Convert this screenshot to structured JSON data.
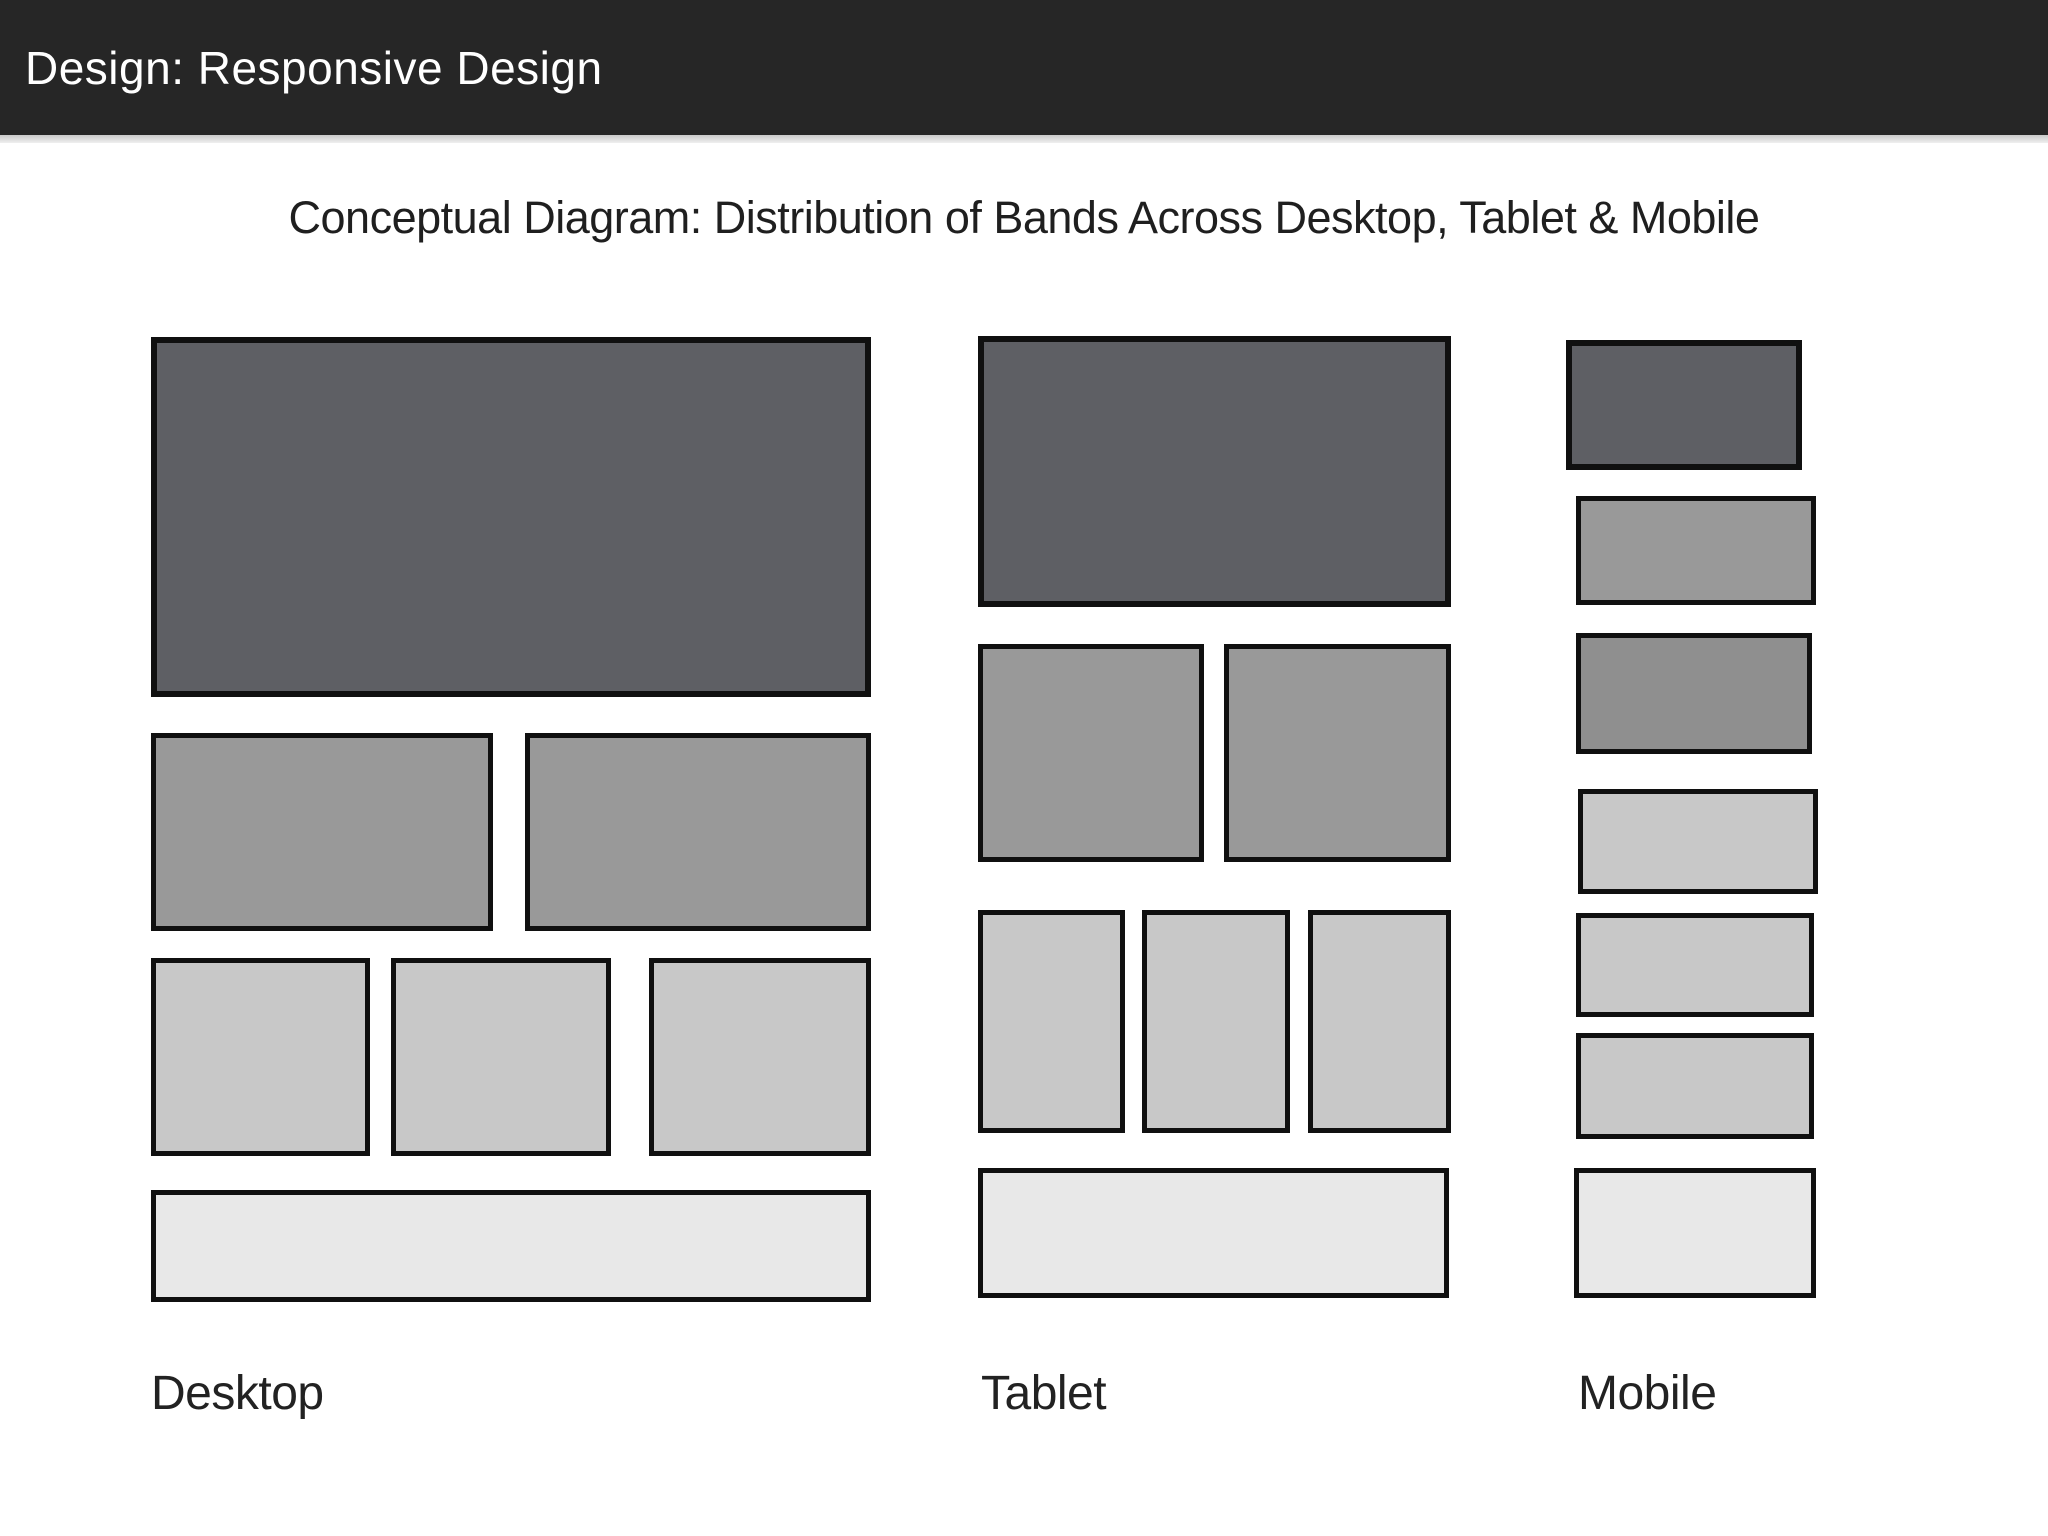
{
  "window": {
    "title": "Design: Responsive Design"
  },
  "diagram": {
    "title": "Conceptual Diagram: Distribution of Bands Across Desktop, Tablet & Mobile",
    "columns": [
      {
        "id": "desktop",
        "label": "Desktop",
        "bands": [
          {
            "row": 1,
            "tone": "dark",
            "count": 1
          },
          {
            "row": 2,
            "tone": "medium",
            "count": 2
          },
          {
            "row": 3,
            "tone": "light",
            "count": 3
          },
          {
            "row": 4,
            "tone": "lighter",
            "count": 1
          }
        ]
      },
      {
        "id": "tablet",
        "label": "Tablet",
        "bands": [
          {
            "row": 1,
            "tone": "dark",
            "count": 1
          },
          {
            "row": 2,
            "tone": "medium",
            "count": 2
          },
          {
            "row": 3,
            "tone": "light",
            "count": 3
          },
          {
            "row": 4,
            "tone": "lighter",
            "count": 1
          }
        ]
      },
      {
        "id": "mobile",
        "label": "Mobile",
        "bands": [
          {
            "row": 1,
            "tone": "dark",
            "count": 1
          },
          {
            "row": 2,
            "tone": "medium",
            "count": 1
          },
          {
            "row": 3,
            "tone": "medium",
            "count": 1
          },
          {
            "row": 4,
            "tone": "light",
            "count": 1
          },
          {
            "row": 5,
            "tone": "light",
            "count": 1
          },
          {
            "row": 6,
            "tone": "light",
            "count": 1
          },
          {
            "row": 7,
            "tone": "lighter",
            "count": 1
          }
        ]
      }
    ]
  },
  "colors": {
    "page_bg": "#ffffff",
    "header_bg": "#262626",
    "header_text": "#ffffff",
    "header_shadow": "#c9c9c9",
    "title_text": "#1f1f1f",
    "label_text": "#222222",
    "band_dark": "#5e5f64",
    "band_medium": "#999999",
    "band_medium_alt": "#8f8f8f",
    "band_light": "#c8c8c8",
    "band_lighter": "#e8e8e8",
    "band_border": "#101010"
  }
}
